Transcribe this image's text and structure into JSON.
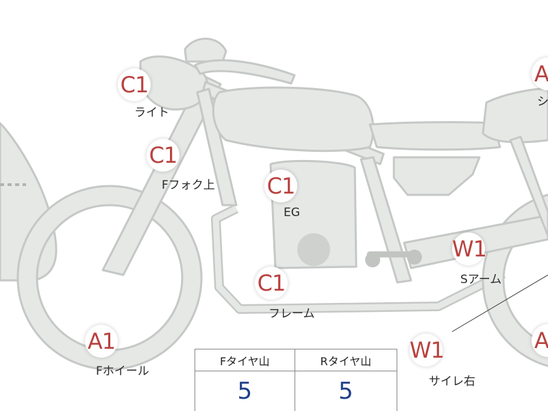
{
  "markers": {
    "light": {
      "grade": "C1",
      "label": "ライト"
    },
    "fork_upper": {
      "grade": "C1",
      "label": "Fフォク上"
    },
    "engine": {
      "grade": "C1",
      "label": "EG"
    },
    "frame": {
      "grade": "C1",
      "label": "フレーム"
    },
    "swing_arm": {
      "grade": "W1",
      "label": "Sアーム"
    },
    "front_wheel": {
      "grade": "A1",
      "label": "Fホイール"
    },
    "muffler_right": {
      "grade": "W1",
      "label": "サイレ右"
    },
    "seat": {
      "grade": "A",
      "label": "シ"
    },
    "rear_wheel": {
      "grade": "A"
    }
  },
  "tread_table": {
    "front_header": "Fタイヤ山",
    "rear_header": "Rタイヤ山",
    "front_value": "5",
    "rear_value": "5"
  },
  "colors": {
    "grade_text": "#b8423f",
    "part_fill": "#e6e8e6",
    "part_stroke": "#c5c8c6",
    "value_text": "#1e3f87"
  }
}
